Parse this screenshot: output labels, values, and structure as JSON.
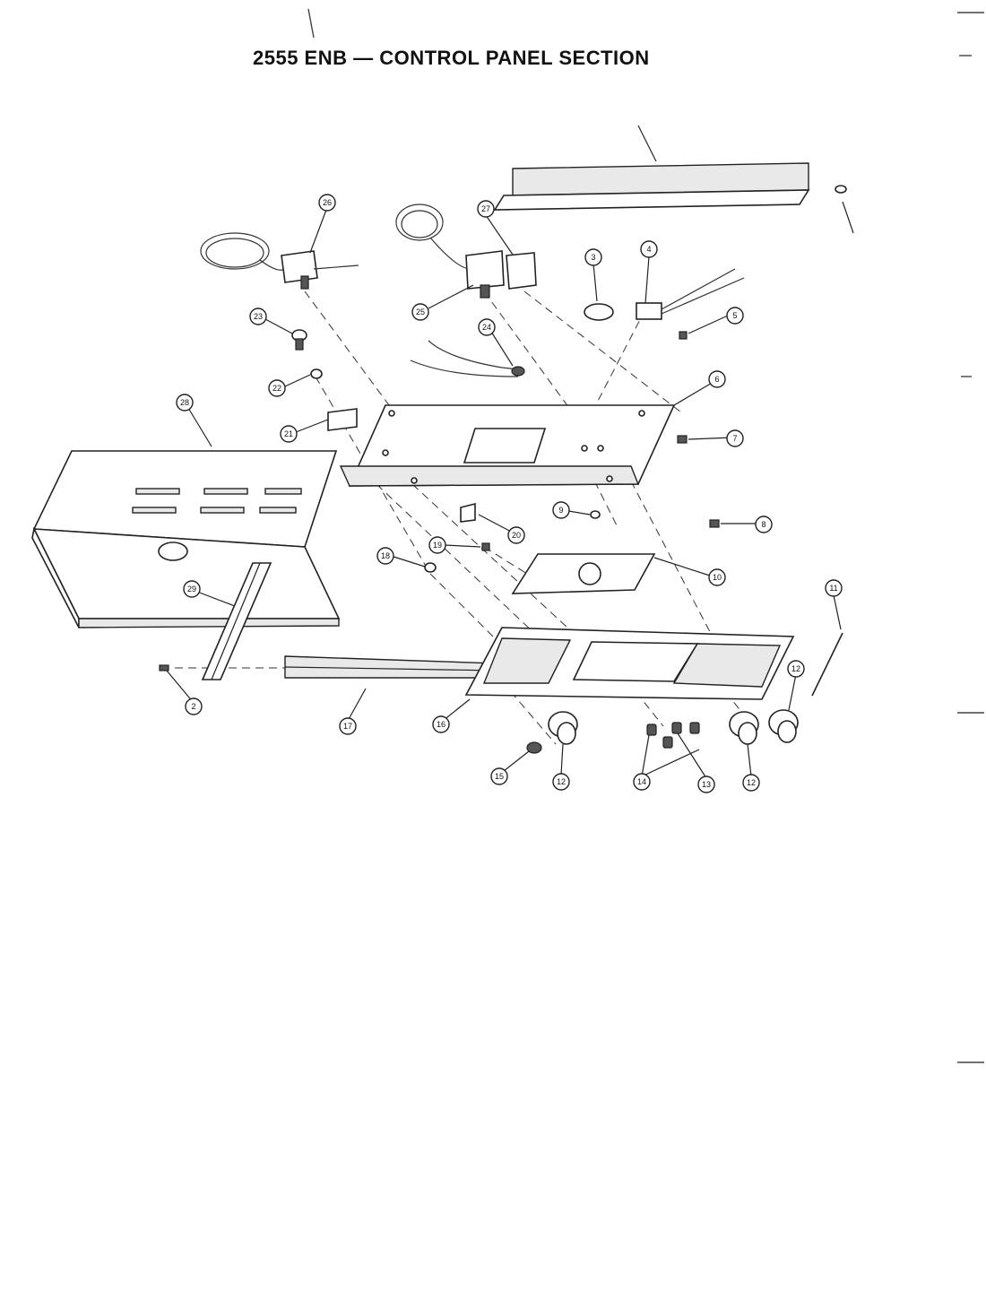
{
  "title": "2555 ENB — CONTROL PANEL SECTION",
  "callouts": {
    "c2": "2",
    "c3": "3",
    "c4": "4",
    "c5": "5",
    "c6": "6",
    "c7": "7",
    "c8": "8",
    "c9": "9",
    "c10": "10",
    "c11": "11",
    "c12a": "12",
    "c12b": "12",
    "c12c": "12",
    "c13": "13",
    "c14": "14",
    "c15": "15",
    "c16": "16",
    "c17": "17",
    "c18": "18",
    "c19": "19",
    "c20": "20",
    "c21": "21",
    "c22": "22",
    "c23": "23",
    "c24": "24",
    "c25": "25",
    "c26": "26",
    "c27": "27",
    "c28": "28",
    "c29": "29"
  }
}
